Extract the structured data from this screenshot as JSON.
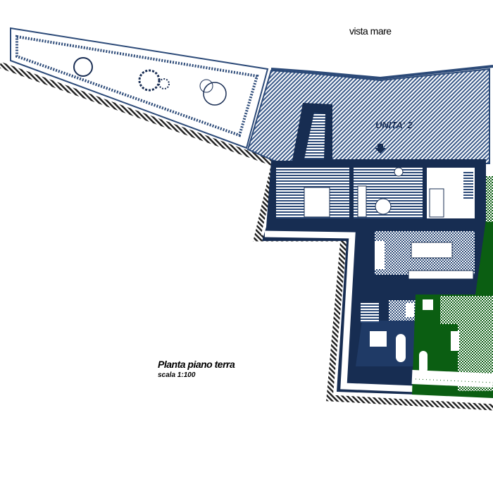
{
  "labels": {
    "view": "vista mare",
    "unit": "UNITA' 2",
    "plan_title": "Planta piano terra",
    "scale": "scala 1:100"
  },
  "colors": {
    "unit_navy": "#172d52",
    "unit_green": "#0b5e12",
    "terrace_hatch": "#2c4a78",
    "terrain": "#222222"
  }
}
